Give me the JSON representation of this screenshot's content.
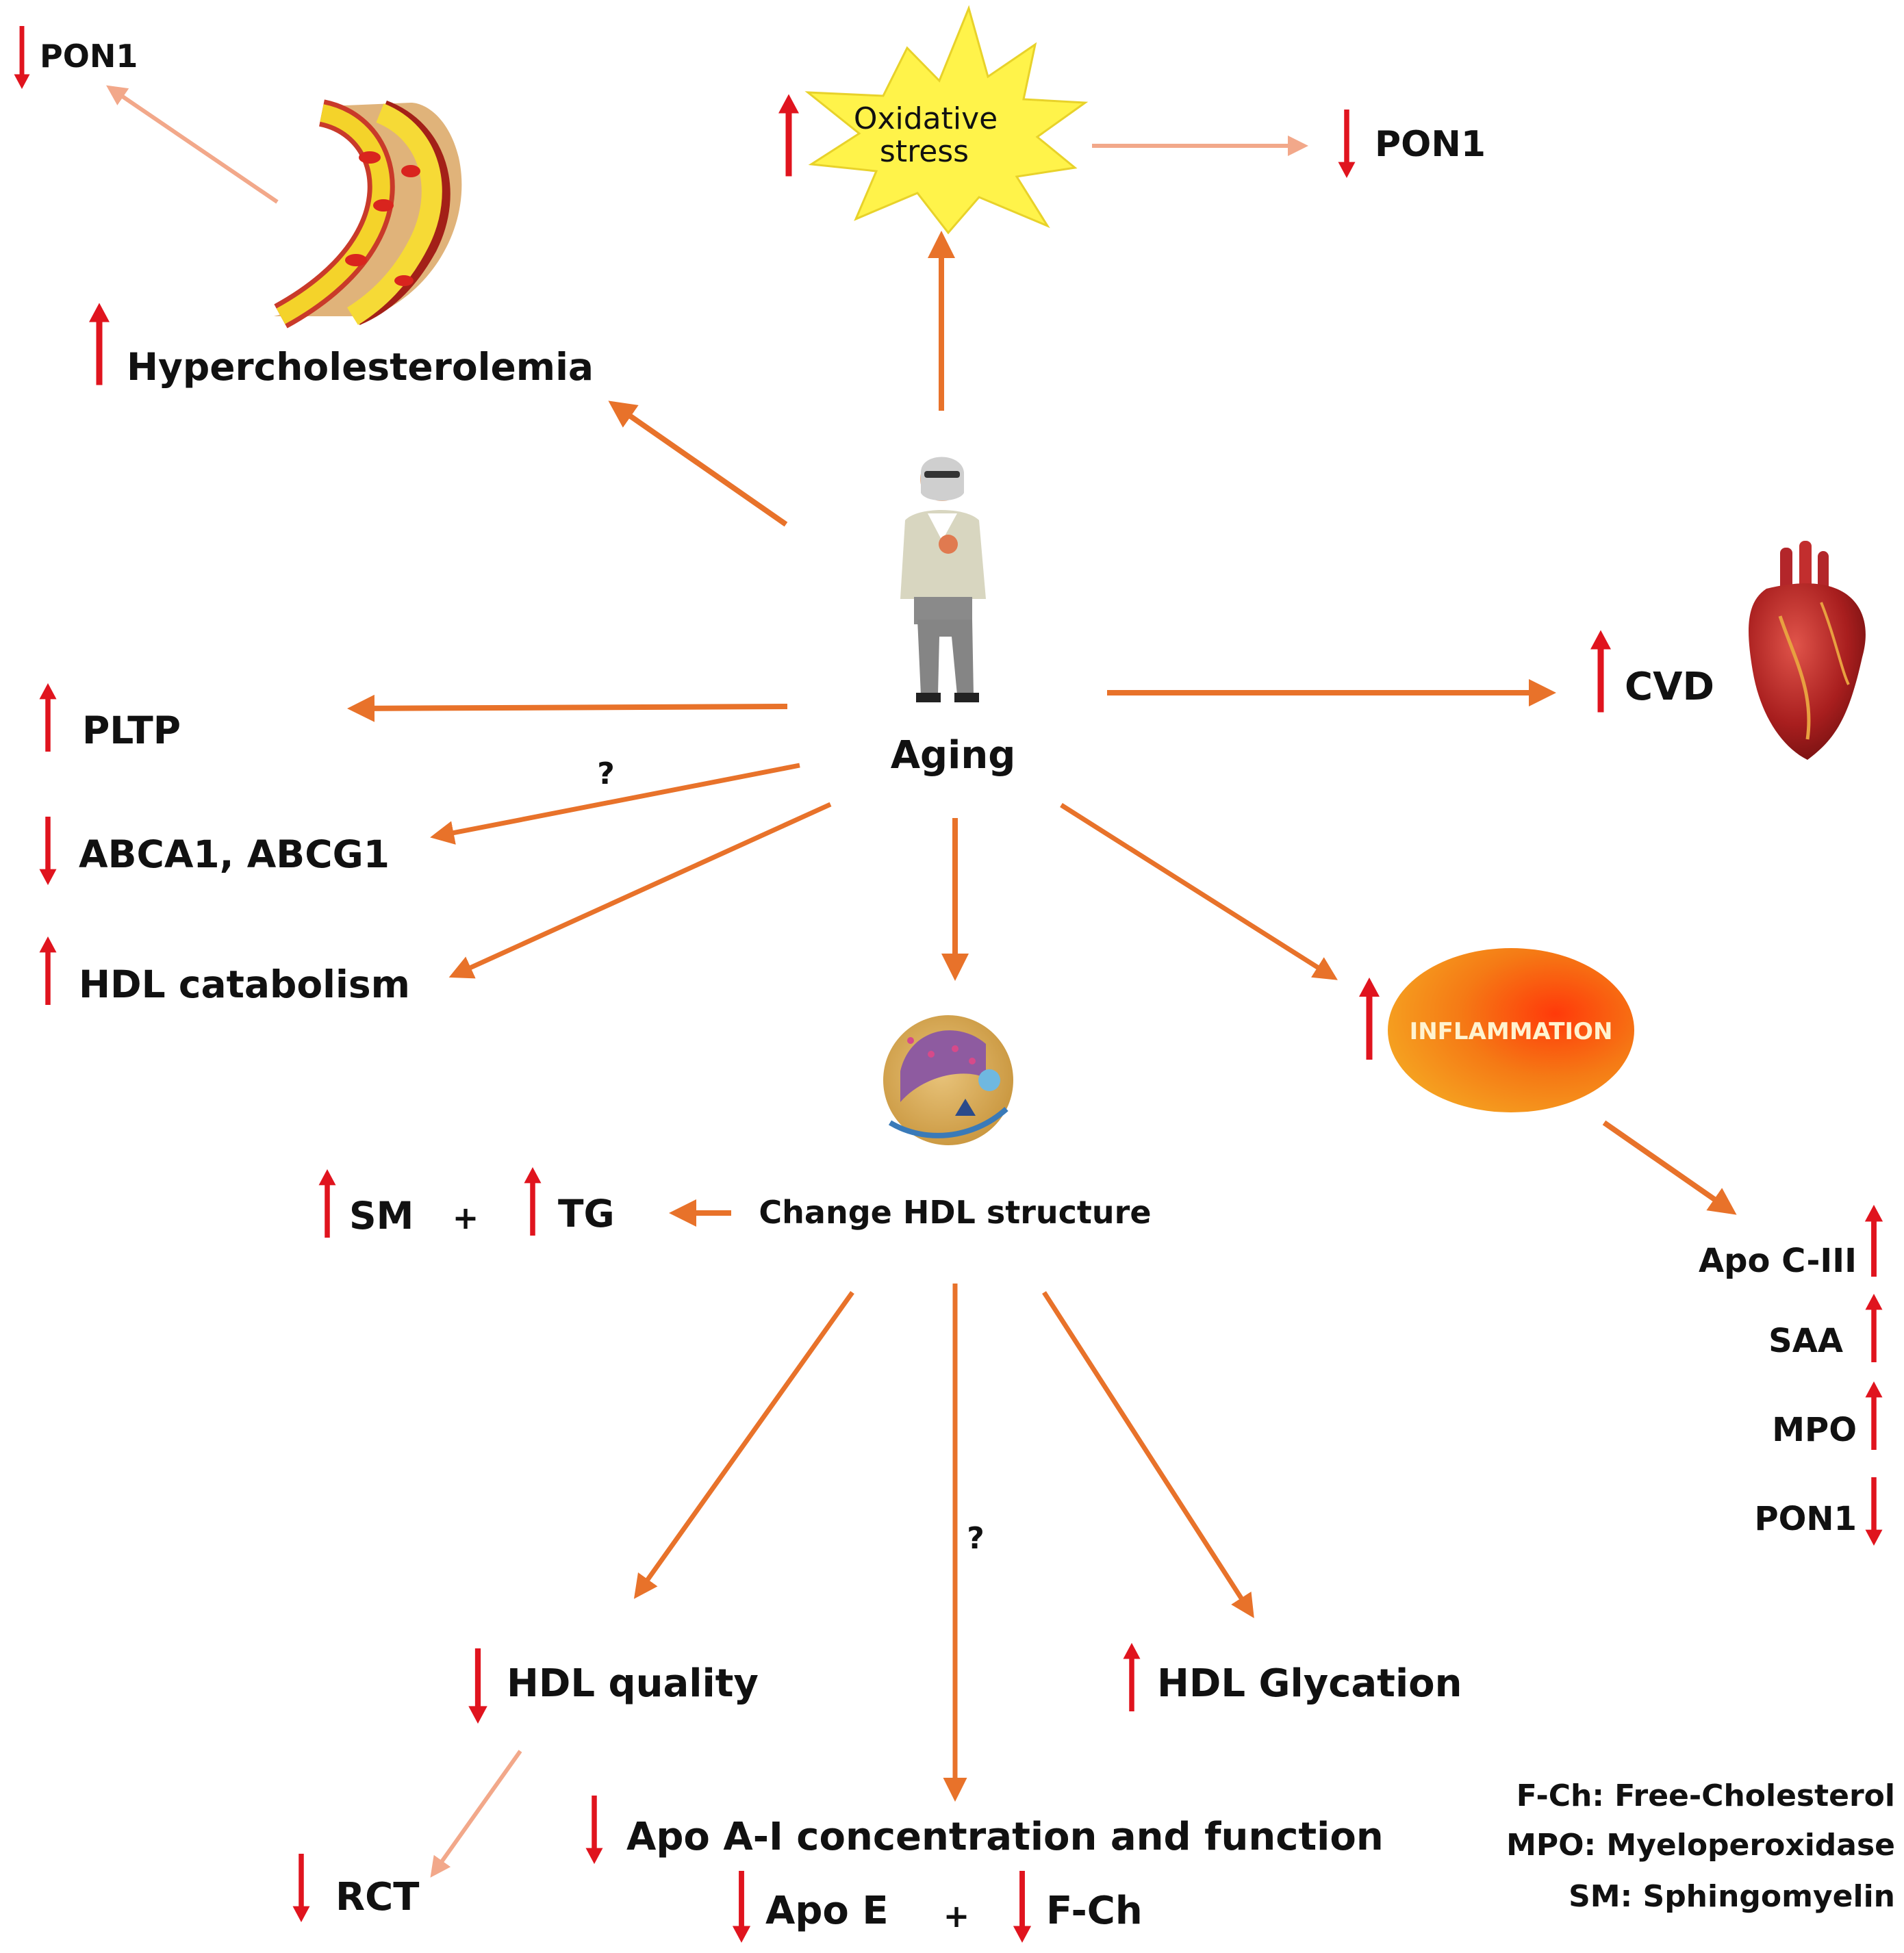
{
  "colors": {
    "arrow_main": "#E8722A",
    "arrow_light": "#F2A88A",
    "indicator_up_down": "#E0141E",
    "text": "#111111",
    "star_fill": "#FFF34A",
    "inflammation_fill": "#F28A1A"
  },
  "center": {
    "label": "Aging",
    "icon": "elderly-man-icon"
  },
  "oxidative_stress": {
    "line1": "Oxidative",
    "line2": "stress",
    "direction": "up",
    "consequence": {
      "label": "PON1",
      "direction": "down"
    }
  },
  "hypercholesterolemia": {
    "label": "Hypercholesterolemia",
    "direction": "up",
    "icon": "artery-plaque-icon",
    "consequence": {
      "label": "PON1",
      "direction": "down"
    }
  },
  "left_effects": [
    {
      "label": "PLTP",
      "direction": "up",
      "question": ""
    },
    {
      "label": "ABCA1, ABCG1",
      "direction": "down",
      "question": "?"
    },
    {
      "label": "HDL catabolism",
      "direction": "up",
      "question": ""
    }
  ],
  "cvd": {
    "label": "CVD",
    "direction": "up",
    "icon": "heart-icon"
  },
  "inflammation": {
    "label": "INFLAMMATION",
    "direction": "up",
    "markers": [
      {
        "label": "Apo C-III",
        "direction": "up"
      },
      {
        "label": "SAA",
        "direction": "up"
      },
      {
        "label": "MPO",
        "direction": "up"
      },
      {
        "label": "PON1",
        "direction": "down"
      }
    ]
  },
  "hdl_structure": {
    "label": "Change HDL structure",
    "icon": "hdl-particle-icon",
    "components": [
      {
        "label": "SM",
        "direction": "up"
      },
      {
        "label": "TG",
        "direction": "up"
      }
    ],
    "plus": "+"
  },
  "hdl_quality": {
    "label": "HDL quality",
    "direction": "down",
    "consequence": {
      "label": "RCT",
      "direction": "down"
    }
  },
  "apo_a1": {
    "label": "Apo A-I concentration and function",
    "direction": "down",
    "question": "?",
    "sub": [
      {
        "label": "Apo E",
        "direction": "down"
      },
      {
        "label": "F-Ch",
        "direction": "down"
      }
    ],
    "plus": "+"
  },
  "hdl_glycation": {
    "label": "HDL Glycation",
    "direction": "up"
  },
  "abbreviations": [
    "F-Ch: Free-Cholesterol",
    "MPO: Myeloperoxidase",
    "SM: Sphingomyelin"
  ]
}
